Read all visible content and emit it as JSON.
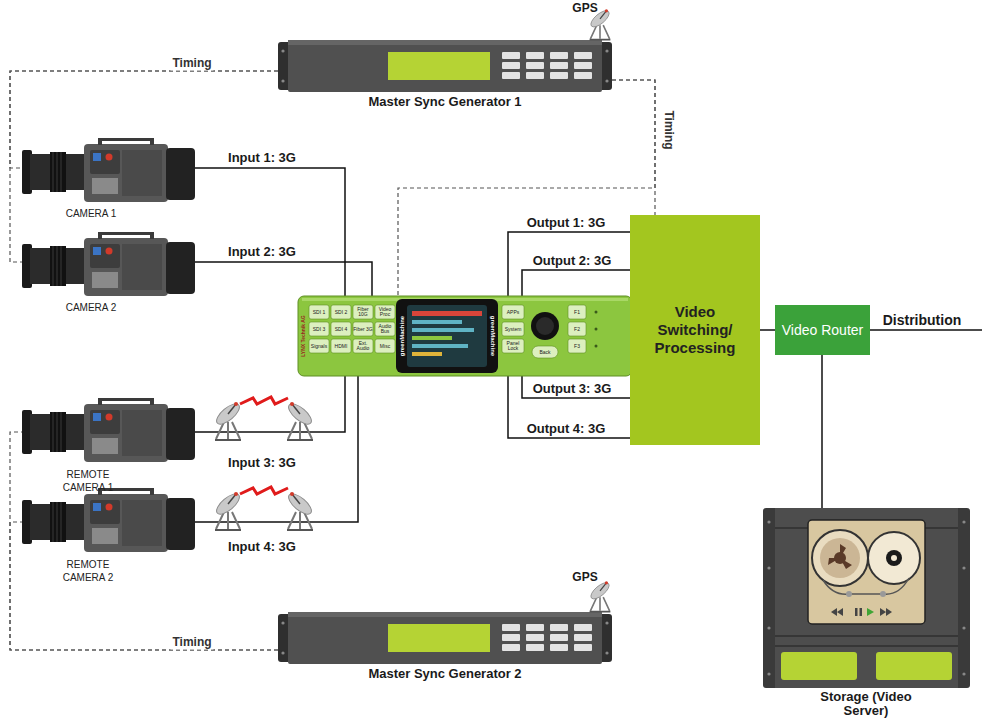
{
  "diagram": {
    "nodes": [
      {
        "text": [
          "Master Sync Generator 1"
        ]
      },
      {
        "text": [
          "CAMERA 1"
        ]
      },
      {
        "text": [
          "CAMERA 2"
        ]
      },
      {
        "text": [
          "REMOTE CAMERA 1"
        ]
      },
      {
        "text": [
          "REMOTE CAMERA 2"
        ]
      },
      {
        "text": [
          "Master Sync Generator 2"
        ]
      },
      {
        "text": [
          "greenMachine"
        ]
      },
      {
        "text": [
          "Video Switching/ Processing"
        ]
      },
      {
        "text": [
          "Video Router"
        ]
      },
      {
        "text": [
          "Storage (Video Server)"
        ]
      }
    ],
    "edges": [
      {
        "from": 0,
        "to": 1,
        "arrow": "none",
        "label": "Timing"
      },
      {
        "from": 0,
        "to": 2,
        "arrow": "none"
      },
      {
        "from": 0,
        "to": 6,
        "arrow": "none"
      },
      {
        "from": 0,
        "to": 7,
        "arrow": "none",
        "label": "Timing"
      },
      {
        "from": 5,
        "to": 3,
        "arrow": "none",
        "label": "Timing"
      },
      {
        "from": 5,
        "to": 4,
        "arrow": "none"
      },
      {
        "from": 1,
        "to": 6,
        "arrow": "none",
        "label": "Input 1: 3G"
      },
      {
        "from": 2,
        "to": 6,
        "arrow": "none",
        "label": "Input 2: 3G"
      },
      {
        "from": 3,
        "to": 6,
        "arrow": "none",
        "label": "Input 3: 3G"
      },
      {
        "from": 4,
        "to": 6,
        "arrow": "none",
        "label": "Input 4: 3G"
      },
      {
        "from": 6,
        "to": 7,
        "arrow": "none",
        "label": "Output 1: 3G"
      },
      {
        "from": 6,
        "to": 7,
        "arrow": "none",
        "label": "Output 2: 3G"
      },
      {
        "from": 6,
        "to": 7,
        "arrow": "none",
        "label": "Output 3: 3G"
      },
      {
        "from": 6,
        "to": 7,
        "arrow": "none",
        "label": "Output 4: 3G"
      },
      {
        "from": 7,
        "to": 8,
        "arrow": "none"
      },
      {
        "from": 8,
        "to": 9,
        "arrow": "none"
      }
    ],
    "labels": [
      "GPS",
      "GPS",
      "Distribution",
      "LYNX Technik AG",
      "greenMachine",
      "SDI 1",
      "SDI 2",
      "Fiber 10G",
      "Video Proc",
      "SDI 3",
      "SDI 4",
      "Fiber 3G",
      "Audio Bus",
      "Signals",
      "HDMI",
      "Ext. Audio",
      "Misc",
      "APPs",
      "System",
      "Panel Lock",
      "Back",
      "F1",
      "F2",
      "F3"
    ]
  }
}
